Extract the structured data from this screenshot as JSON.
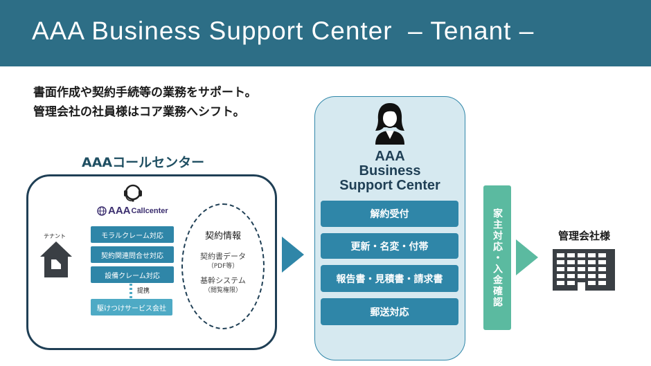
{
  "header": {
    "title": "AAA Business Support Center  – Tenant –"
  },
  "intro": {
    "line1": "書面作成や契約手続等の業務をサポート。",
    "line2": "管理会社の社員様はコア業務へシフト。"
  },
  "callcenter": {
    "title": "AAAコールセンター",
    "logo_mark": "AAA",
    "logo_sub": "Callcenter",
    "tenant_label": "テナント",
    "services": [
      "モラルクレーム対応",
      "契約関連問合せ対応",
      "設備クレーム対応"
    ],
    "partner_label": "提携",
    "rush_service": "駆けつけサービス会社",
    "contract": {
      "title": "契約情報",
      "item1": "契約書データ",
      "note1": "（PDF等）",
      "item2": "基幹システム",
      "note2": "（閲覧権限）"
    }
  },
  "center": {
    "title_line1": "AAA",
    "title_line2": "Business",
    "title_line3": "Support Center",
    "tasks": [
      "解約受付",
      "更新・名変・付帯",
      "報告書・見積書・請求書",
      "郵送対応"
    ]
  },
  "landlord": {
    "label": "家主対応・入金確認"
  },
  "company": {
    "label": "管理会社様"
  },
  "colors": {
    "header": "#2d6e86",
    "primary_blue": "#2f86a8",
    "light_blue": "#d6e9f0",
    "green": "#5bbaa0",
    "dark_navy": "#1f3f55"
  }
}
